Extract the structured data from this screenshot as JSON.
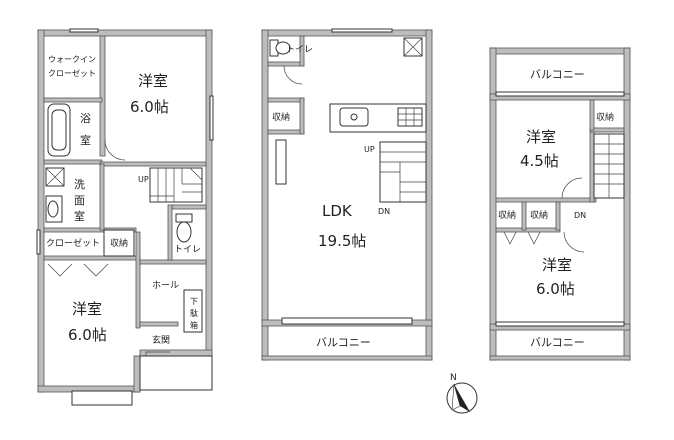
{
  "floor1": {
    "walkin_closet": "ウォークイン\nクローゼット",
    "western_room_top": "洋室",
    "western_room_top_size": "6.0帖",
    "bath": "浴\n室",
    "washroom": "洗\n面\n室",
    "up_label": "UP",
    "closet": "クローゼット",
    "storage": "収納",
    "toilet": "トイレ",
    "hall": "ホール",
    "shoe_box": "下\n駄\n箱",
    "western_room_bottom": "洋室",
    "western_room_bottom_size": "6.0帖",
    "entrance": "玄関"
  },
  "floor2": {
    "toilet": "トイレ",
    "storage": "収納",
    "up_label": "UP",
    "dn_label": "DN",
    "ldk": "LDK",
    "ldk_size": "19.5帖",
    "balcony": "バルコニー"
  },
  "floor3": {
    "balcony_top": "バルコニー",
    "western_room_a": "洋室",
    "western_room_a_size": "4.5帖",
    "storage_right": "収納",
    "storage_left_1": "収納",
    "storage_left_2": "収納",
    "dn_label": "DN",
    "western_room_b": "洋室",
    "western_room_b_size": "6.0帖",
    "balcony_bottom": "バルコニー"
  },
  "compass": {
    "label": "N"
  }
}
